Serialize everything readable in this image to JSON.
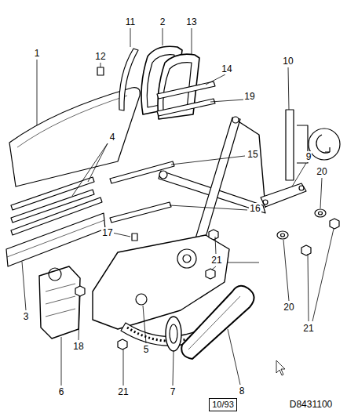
{
  "diagram": {
    "nodes": [
      {
        "text": [
          "10/93"
        ]
      }
    ],
    "labels": [
      "11",
      "2",
      "13",
      "1",
      "12",
      "14",
      "10",
      "19",
      "4",
      "15",
      "9",
      "20",
      "16",
      "17",
      "21",
      "20",
      "3",
      "21",
      "18",
      "5",
      "6",
      "21",
      "7",
      "8",
      "D8431100"
    ]
  }
}
